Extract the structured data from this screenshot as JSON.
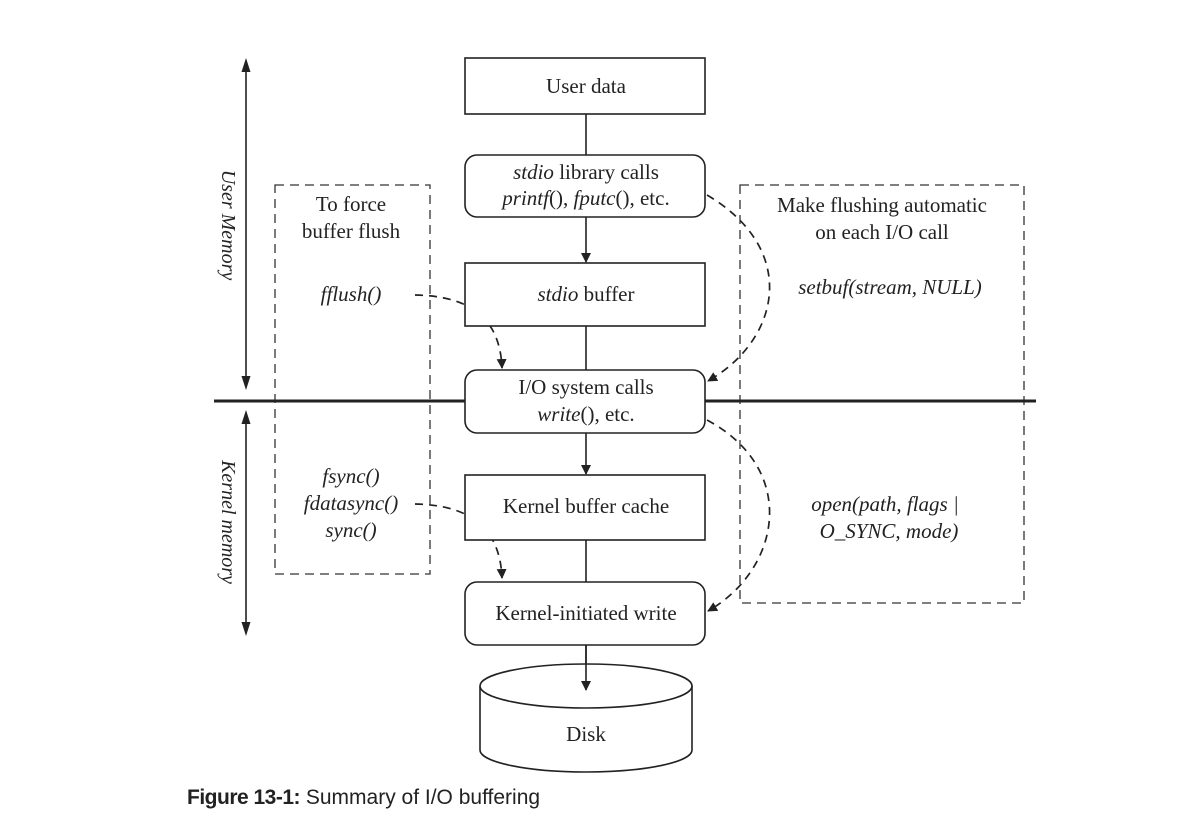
{
  "boxes": {
    "user_data": "User data",
    "stdio_calls_line1_italic": "stdio",
    "stdio_calls_line1_rest": " library calls",
    "stdio_calls_line2_italic_a": "printf",
    "stdio_calls_line2_mid": "(), ",
    "stdio_calls_line2_italic_b": "fputc",
    "stdio_calls_line2_rest": "(), etc.",
    "stdio_buffer_italic": "stdio",
    "stdio_buffer_rest": " buffer",
    "io_calls_line1": "I/O system calls",
    "io_calls_line2_italic": "write",
    "io_calls_line2_rest": "(), etc.",
    "kernel_cache": "Kernel buffer cache",
    "kernel_write": "Kernel-initiated write",
    "disk": "Disk"
  },
  "left_panel": {
    "title_line1": "To force",
    "title_line2": "buffer flush",
    "fflush": "fflush()",
    "fsync": "fsync()",
    "fdatasync": "fdatasync()",
    "sync": "sync()"
  },
  "right_panel": {
    "title_line1": "Make flushing automatic",
    "title_line2": "on each I/O call",
    "setbuf": "setbuf(stream, NULL)",
    "open_line1": "open(path, flags |",
    "open_line2": "O_SYNC, mode)"
  },
  "side_labels": {
    "user_memory": "User Memory",
    "kernel_memory": "Kernel memory"
  },
  "caption": {
    "label": "Figure 13-1:",
    "text": " Summary of I/O buffering"
  }
}
